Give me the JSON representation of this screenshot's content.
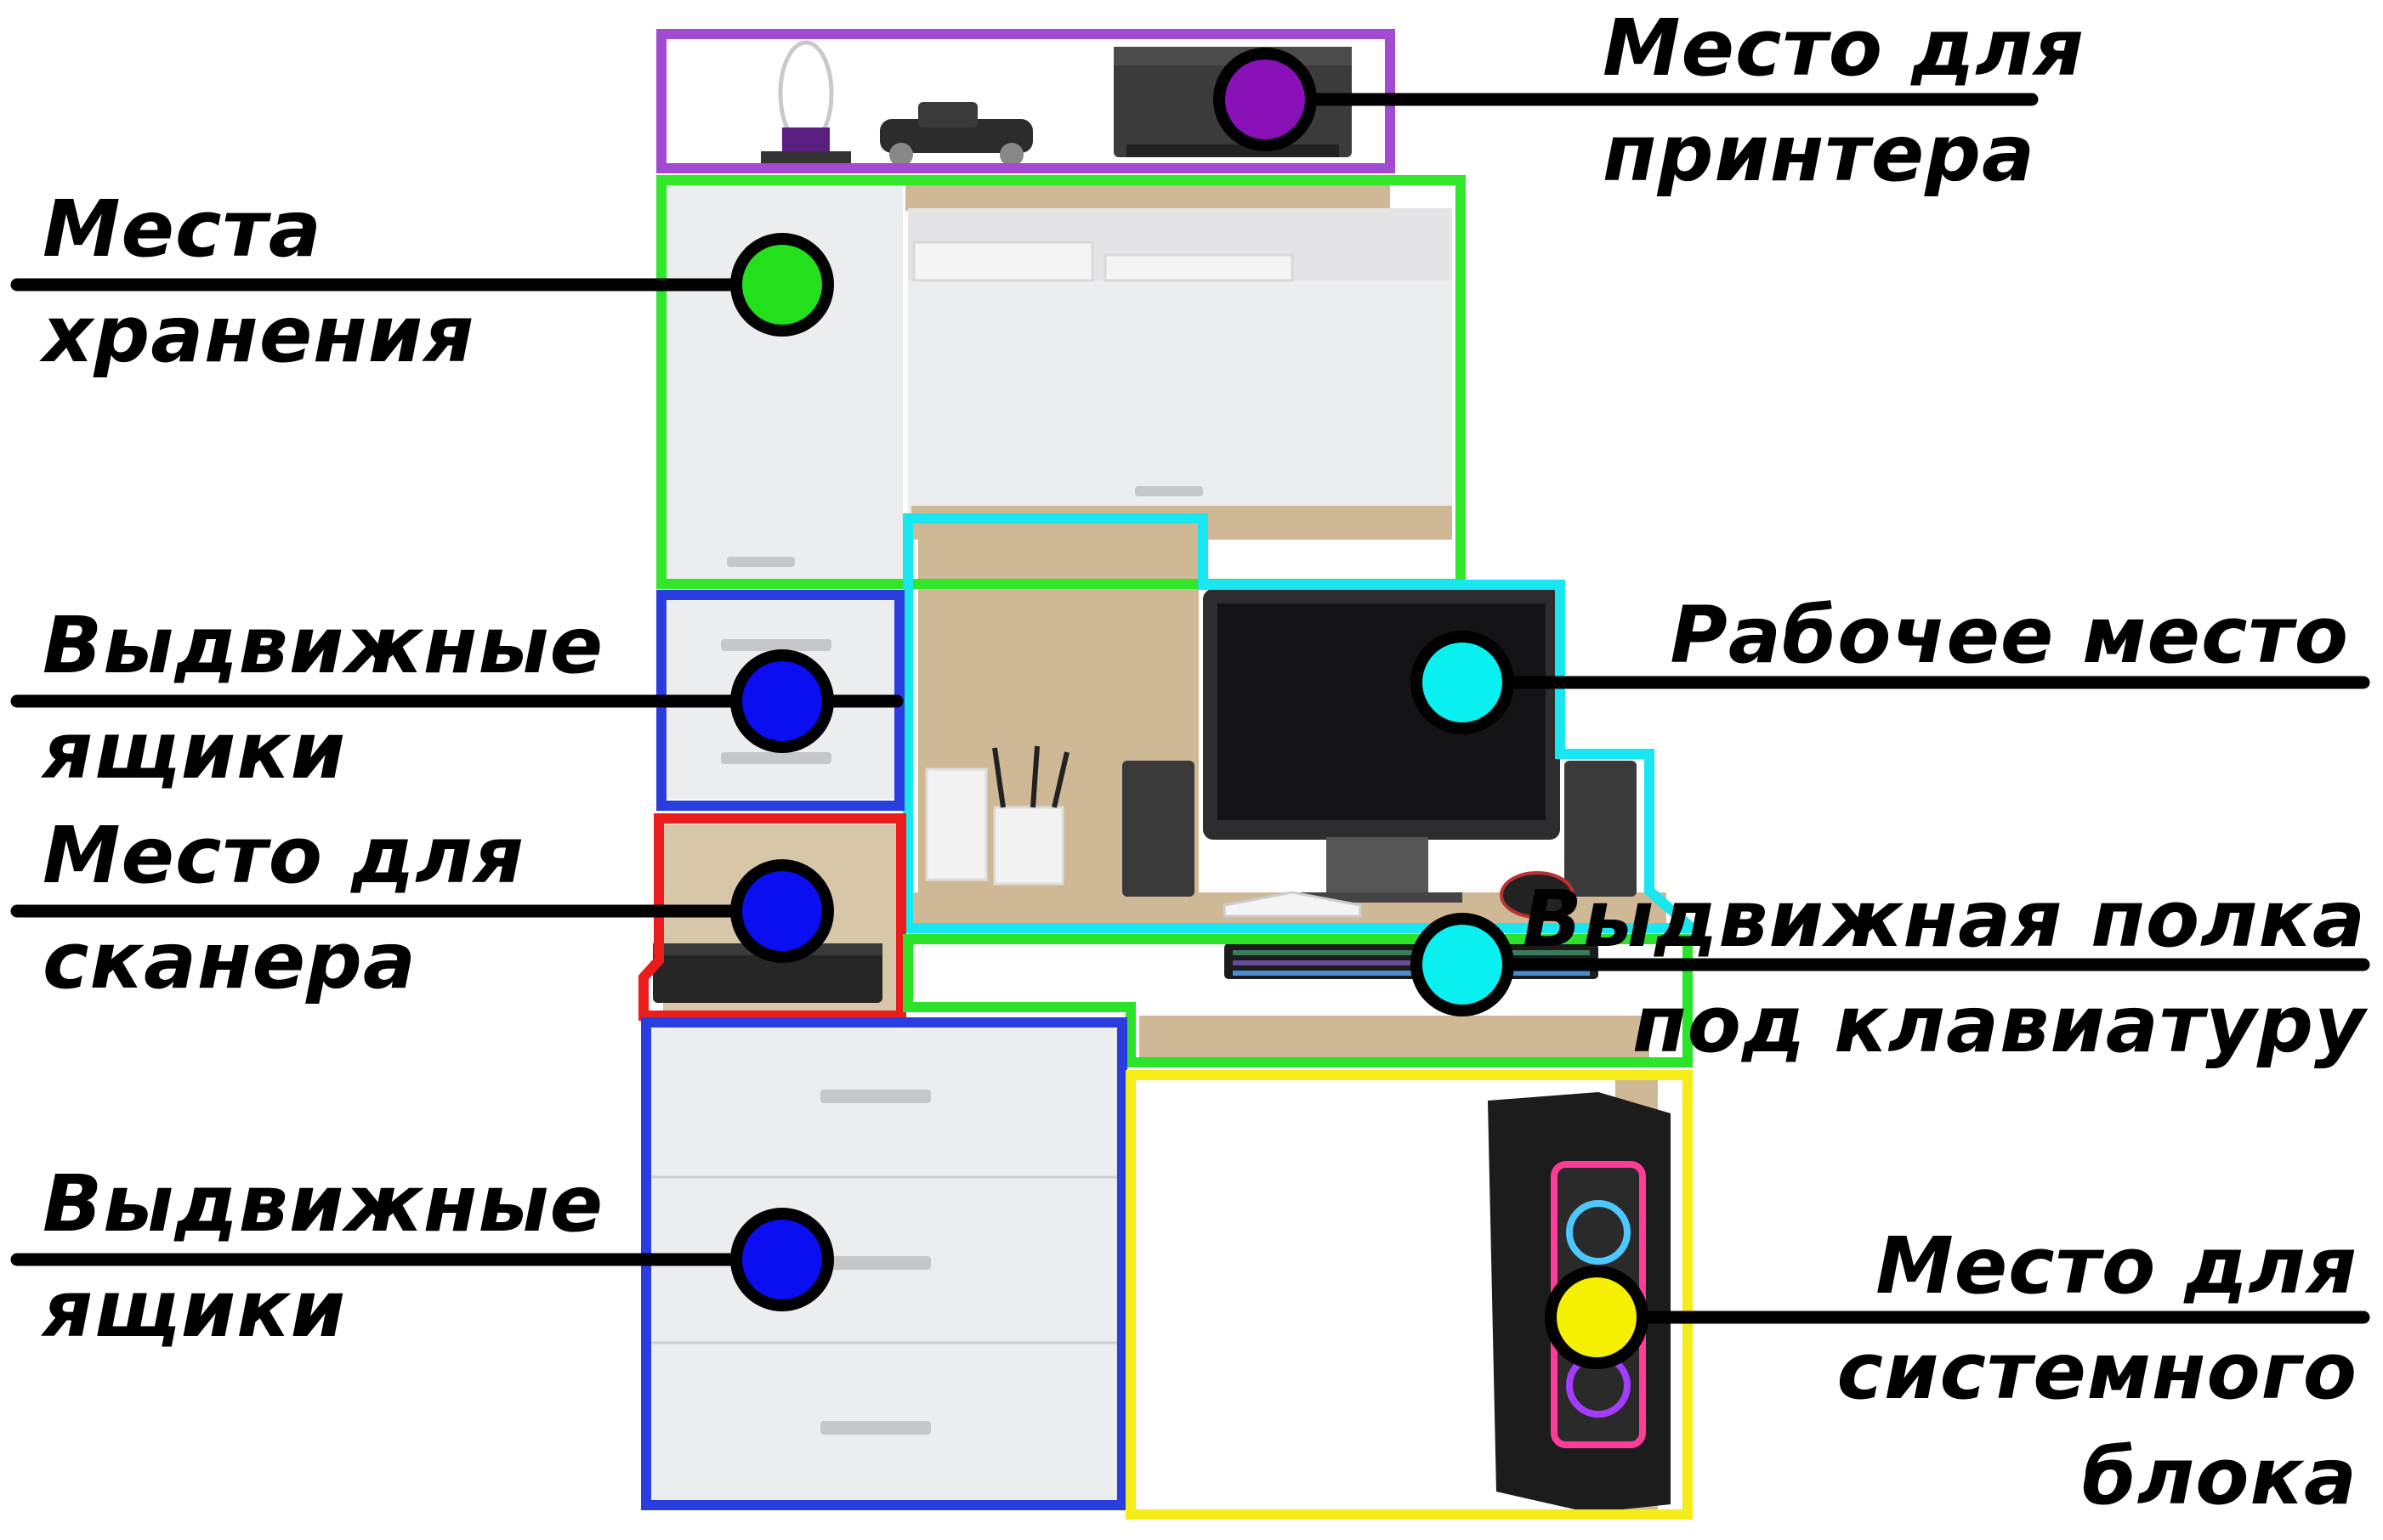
{
  "colors": {
    "printer": "#a24bd0",
    "storage": "#32e62a",
    "drawers": "#2a3ee0",
    "scanner": "#ea1c1c",
    "workspace": "#18e6f0",
    "keyboard": "#2be32a",
    "system_unit": "#f5ec18",
    "dot_printer": "#8a10b8",
    "dot_storage": "#22e01c",
    "dot_blue": "#0a0ef0",
    "dot_cyan": "#08f0f0",
    "dot_yellow": "#f5f000",
    "wood": "#cfb896",
    "panel_white": "#ecedef"
  },
  "labels": {
    "printer": [
      "Место для",
      "принтера"
    ],
    "storage": [
      "Места",
      "хранения"
    ],
    "drawers_top": [
      "Выдвижные",
      "ящики"
    ],
    "scanner": [
      "Место для",
      "сканера"
    ],
    "drawers_bottom": [
      "Выдвижные",
      "ящики"
    ],
    "workspace": [
      "Рабочее место"
    ],
    "keyboard_shelf": [
      "Выдвижная полка",
      "под клавиатуру"
    ],
    "system_unit": [
      "Место для",
      "системного",
      "блока"
    ]
  },
  "icons": [
    "lamp-icon",
    "toy-car-icon",
    "printer-icon",
    "monitor-icon",
    "speaker-icon",
    "keyboard-icon",
    "mouse-icon",
    "scanner-icon",
    "pc-case-icon",
    "pen-cup-icon",
    "book-icon"
  ]
}
